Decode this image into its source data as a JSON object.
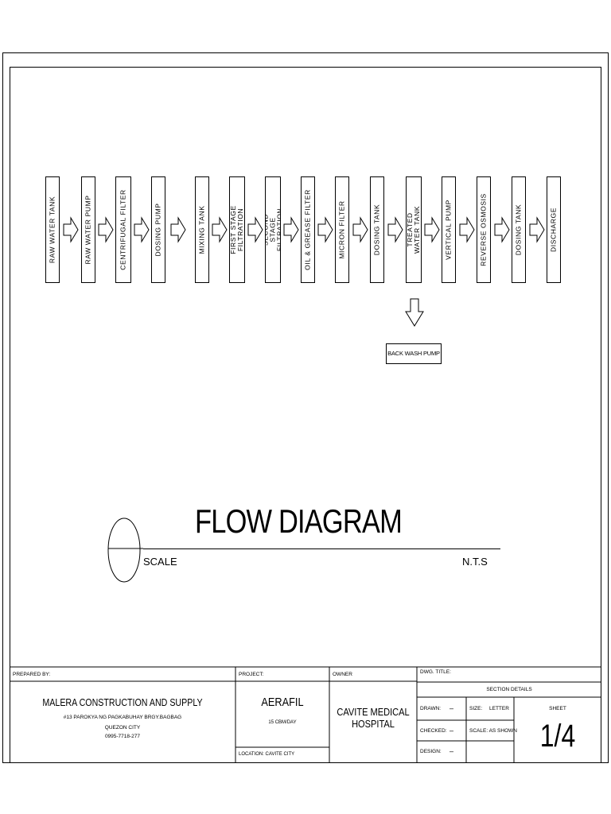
{
  "diagram": {
    "steps": [
      {
        "label": "RAW WATER TANK"
      },
      {
        "label": "RAW WATER PUMP"
      },
      {
        "label": "CENTRIFUGAL FILTER"
      },
      {
        "label": "DOSING PUMP"
      },
      {
        "label": "MIXING TANK"
      },
      {
        "label": "FIRST STAGE FILTRATION"
      },
      {
        "label": "SECOND STAGE FILTRATION"
      },
      {
        "label": "OIL & GREASE FILTER"
      },
      {
        "label": "MICRON FILTER"
      },
      {
        "label": "DOSING TANK"
      },
      {
        "label": "TREATED WATER TANK"
      },
      {
        "label": "VERTICAL PUMP"
      },
      {
        "label": "REVERSE OSMOSIS"
      },
      {
        "label": "DOSING TANK"
      },
      {
        "label": "DISCHARGE"
      }
    ],
    "branch": {
      "from_step": "TREATED WATER TANK",
      "label": "BACK WASH PUMP"
    }
  },
  "drawing": {
    "title": "FLOW DIAGRAM",
    "scale_label": "SCALE",
    "scale_value": "N.T.S"
  },
  "title_block": {
    "prepared_by_label": "PREPARED BY:",
    "company": "MALERA CONSTRUCTION AND SUPPLY",
    "address": "#13 PAROKYA NG PAGKABUHAY BRGY.BAGBAG",
    "city": "QUEZON CITY",
    "phone": "0995-7718-277",
    "project_label": "PROJECT:",
    "project_name": "AERAFIL",
    "capacity": "15 CBM/DAY",
    "location": "LOCATION: CAVITE CITY",
    "owner_label": "OWNER",
    "owner_line1": "CAVITE MEDICAL",
    "owner_line2": "HOSPITAL",
    "dwg_title_label": "DWG. TITLE:",
    "section": "SECTION DETAILS",
    "drawn_label": "DRAWN:",
    "drawn_value": "–",
    "checked_label": "CHECKED:",
    "checked_value": "–",
    "design_label": "DESIGN:",
    "design_value": "–",
    "size_label": "SIZE:",
    "size_value": "LETTER",
    "scale_as_shown": "SCALE: AS SHOWN",
    "sheet_label": "SHEET",
    "sheet_value": "1/4"
  }
}
